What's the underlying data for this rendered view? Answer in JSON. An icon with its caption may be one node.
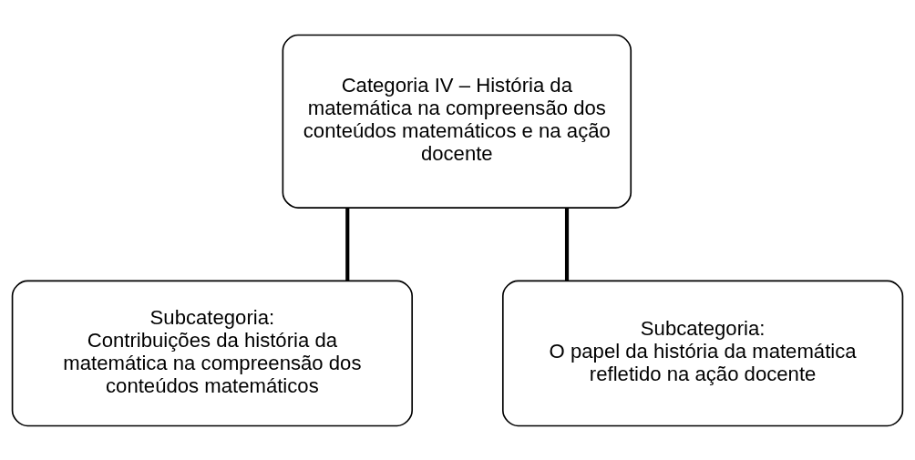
{
  "diagram": {
    "nodes": [
      {
        "text": [
          "Categoria IV – História da matemática na compreensão dos conteúdos matemáticos e na ação docente"
        ]
      },
      {
        "text": [
          "Subcategoria:",
          "Contribuições da história da matemática na compreensão dos conteúdos matemáticos"
        ]
      },
      {
        "text": [
          "Subcategoria:",
          "O papel da história da matemática refletido na ação docente"
        ]
      }
    ],
    "edges": [
      {
        "from": 0,
        "to": 1,
        "arrow": "none"
      },
      {
        "from": 0,
        "to": 2,
        "arrow": "none"
      }
    ]
  }
}
